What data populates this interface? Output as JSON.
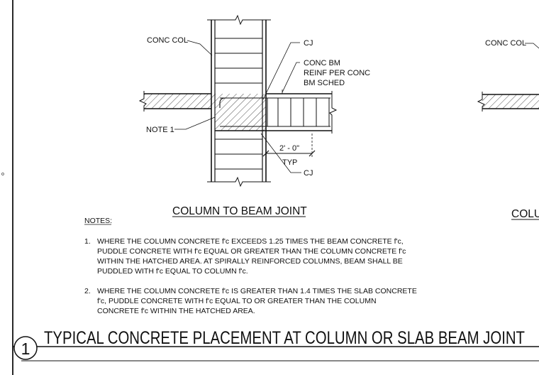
{
  "labels": {
    "conc_col": "CONC COL",
    "cj_top": "CJ",
    "conc_bm": [
      "CONC BM",
      "REINF PER CONC",
      "BM SCHED"
    ],
    "note_1": "NOTE 1",
    "dim": "2' - 0\"",
    "typ": "TYP",
    "cj_bottom": "CJ",
    "conc_col_right": "CONC COL"
  },
  "detail_title": "COLUMN TO BEAM JOINT",
  "detail_title_right": "COLU",
  "notes": {
    "heading": "NOTES:",
    "note1": {
      "number": "1.",
      "lines": [
        "WHERE THE COLUMN CONCRETE f'c EXCEEDS 1.25 TIMES THE BEAM CONCRETE f'c,",
        "PUDDLE CONCRETE WITH f'c EQUAL OR GREATER THAN THE COLUMN CONCRETE f'c",
        "WITHIN THE HATCHED AREA.  AT SPIRALLY REINFORCED COLUMNS, BEAM SHALL BE",
        "PUDDLED WITH f'c EQUAL TO COLUMN f'c."
      ]
    },
    "note2": {
      "number": "2.",
      "lines": [
        "WHERE THE COLUMN CONCRETE f'c IS GREATER THAN 1.4 TIMES THE SLAB CONCRETE",
        "f'c, PUDDLE CONCRETE WITH f'c EQUAL TO OR GREATER THAN THE COLUMN",
        "CONCRETE f'c WITHIN THE HATCHED AREA."
      ]
    }
  },
  "sheet_title": {
    "number": "1",
    "text": "TYPICAL CONCRETE PLACEMENT AT COLUMN OR SLAB BEAM JOINT"
  }
}
